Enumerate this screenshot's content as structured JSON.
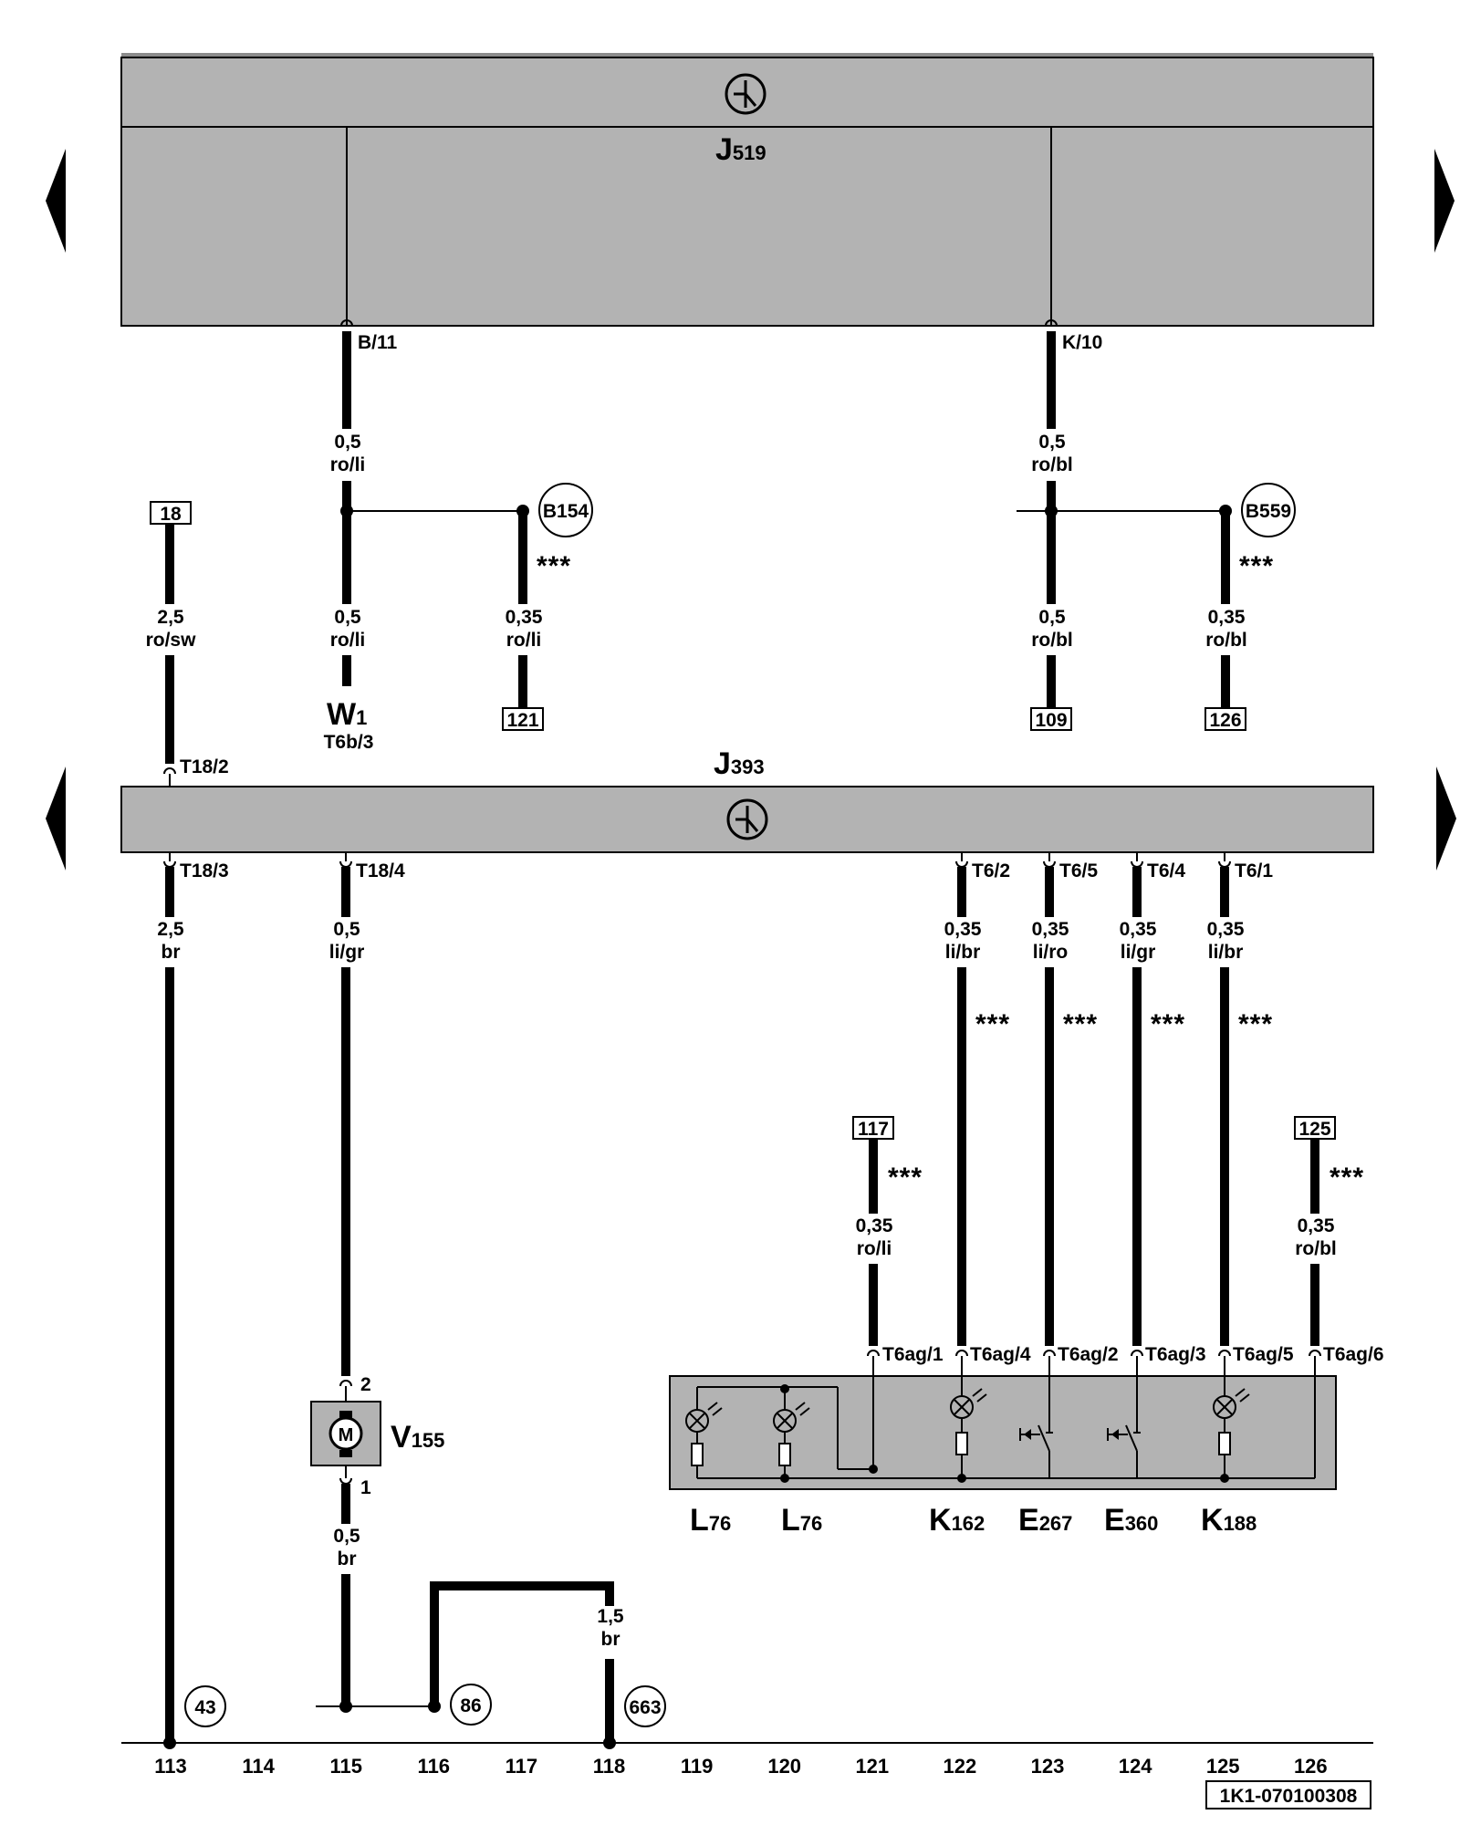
{
  "modules": {
    "top": {
      "name": "J",
      "sub": "519"
    },
    "middle": {
      "name": "J",
      "sub": "393"
    }
  },
  "pins": {
    "b11": "B/11",
    "k10": "K/10",
    "t18_2": "T18/2",
    "t18_3": "T18/3",
    "t18_4": "T18/4",
    "t6_2": "T6/2",
    "t6_5": "T6/5",
    "t6_4": "T6/4",
    "t6_1": "T6/1",
    "t6ag_1": "T6ag/1",
    "t6ag_4": "T6ag/4",
    "t6ag_2": "T6ag/2",
    "t6ag_3": "T6ag/3",
    "t6ag_5": "T6ag/5",
    "t6ag_6": "T6ag/6",
    "v155_2": "2",
    "v155_1": "1"
  },
  "wires": {
    "w_b11": {
      "size": "0,5",
      "color": "ro/li"
    },
    "w_k10": {
      "size": "0,5",
      "color": "ro/bl"
    },
    "w_18": {
      "size": "2,5",
      "color": "ro/sw"
    },
    "w_w1": {
      "size": "0,5",
      "color": "ro/li"
    },
    "w_b154": {
      "size": "0,35",
      "color": "ro/li"
    },
    "w_109": {
      "size": "0,5",
      "color": "ro/bl"
    },
    "w_b559": {
      "size": "0,35",
      "color": "ro/bl"
    },
    "w_t18_3": {
      "size": "2,5",
      "color": "br"
    },
    "w_t18_4": {
      "size": "0,5",
      "color": "li/gr"
    },
    "w_t6_2": {
      "size": "0,35",
      "color": "li/br"
    },
    "w_t6_5": {
      "size": "0,35",
      "color": "li/ro"
    },
    "w_t6_4": {
      "size": "0,35",
      "color": "li/gr"
    },
    "w_t6_1": {
      "size": "0,35",
      "color": "li/br"
    },
    "w_117": {
      "size": "0,35",
      "color": "ro/li"
    },
    "w_125": {
      "size": "0,35",
      "color": "ro/bl"
    },
    "w_v155_gnd": {
      "size": "0,5",
      "color": "br"
    },
    "w_663": {
      "size": "1,5",
      "color": "br"
    }
  },
  "refs": {
    "r18": "18",
    "r121": "121",
    "r109": "109",
    "r126": "126",
    "r117": "117",
    "r125": "125"
  },
  "connectors": {
    "b154": "B154",
    "b559": "B559",
    "g43": "43",
    "g86": "86",
    "g663": "663"
  },
  "components": {
    "w1": {
      "name": "W",
      "sub": "1",
      "pin": "T6b/3"
    },
    "v155": {
      "name": "V",
      "sub": "155",
      "symbol": "M"
    },
    "l76a": {
      "name": "L",
      "sub": "76"
    },
    "l76b": {
      "name": "L",
      "sub": "76"
    },
    "k162": {
      "name": "K",
      "sub": "162"
    },
    "e267": {
      "name": "E",
      "sub": "267"
    },
    "e360": {
      "name": "E",
      "sub": "360"
    },
    "k188": {
      "name": "K",
      "sub": "188"
    }
  },
  "stars": "***",
  "columns": [
    "113",
    "114",
    "115",
    "116",
    "117",
    "118",
    "119",
    "120",
    "121",
    "122",
    "123",
    "124",
    "125",
    "126"
  ],
  "diagram_id": "1K1-070100308",
  "icons": {
    "module": "ground-symbol-icon",
    "nav": "triangle-arrow-icon"
  }
}
